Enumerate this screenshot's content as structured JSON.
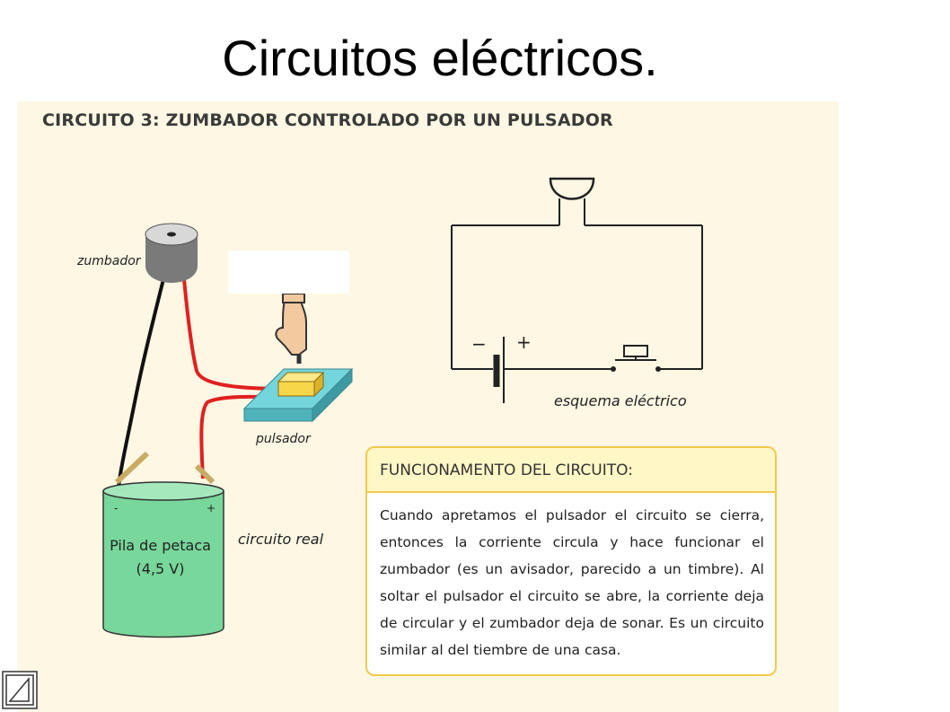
{
  "slide": {
    "title": "Circuitos eléctricos."
  },
  "panel": {
    "heading": "CIRCUITO 3: ZUMBADOR CONTROLADO POR UN PULSADOR",
    "labels": {
      "zumbador": "zumbador",
      "pulsador": "pulsador",
      "circuito_real": "circuito real",
      "esquema": "esquema eléctrico"
    },
    "battery": {
      "minus": "-",
      "plus": "+",
      "line1": "Pila de petaca",
      "line2": "(4,5 V)"
    },
    "schematic": {
      "minus": "−",
      "plus": "+"
    },
    "info": {
      "title": "FUNCIONAMENTO DEL CIRCUITO:",
      "body": "Cuando apretamos el pulsador el circuito se cierra, entonces la corriente circula y hace funcionar el zumbador (es un avisador, parecido a un timbre). Al soltar el pulsador el circuito se abre, la corriente deja de circular y el zumbador deja de sonar. Es un circuito similar al del tiembre de una casa."
    }
  },
  "colors": {
    "panel_bg": "#fdf7e3",
    "wire_red": "#e02020",
    "wire_black": "#111111",
    "battery_green": "#7ad9a0",
    "button_base": "#5ec8d0",
    "button_yellow": "#f8d64a",
    "info_border": "#f2c94c"
  },
  "icons": {
    "nav": "back-triangle-icon"
  }
}
